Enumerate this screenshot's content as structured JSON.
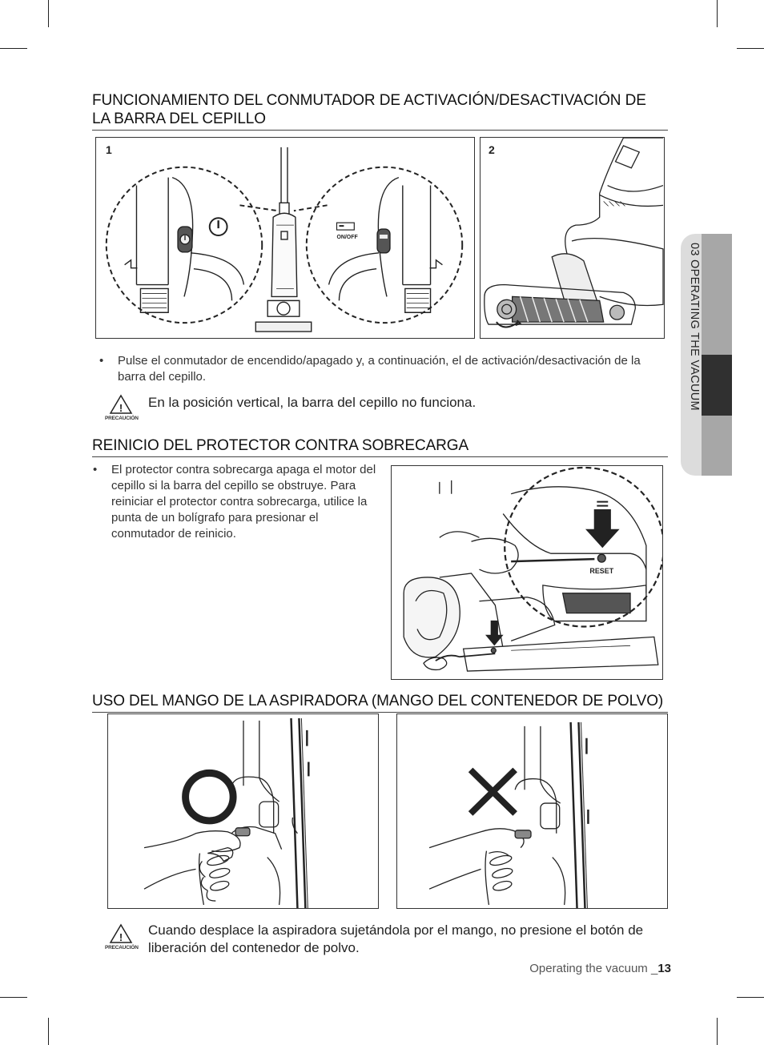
{
  "section1": {
    "title": "FUNCIONAMIENTO DEL CONMUTADOR DE ACTIVACIÓN/DESACTIVACIÓN DE LA BARRA DEL CEPILLO",
    "figure1_number": "1",
    "figure2_number": "2",
    "onoff_label": "ON/OFF",
    "bullet": "Pulse el conmutador de encendido/apagado y, a continuación, el de activación/desactivación de la barra del cepillo.",
    "caution_label": "PRECAUCIÓN",
    "caution_text": "En la posición vertical, la barra del cepillo no funciona."
  },
  "section2": {
    "title": "REINICIO DEL PROTECTOR CONTRA SOBRECARGA",
    "bullet": "El protector contra sobrecarga apaga el motor del cepillo si la barra del cepillo se obstruye. Para reiniciar el protector contra sobrecarga, utilice la punta de un bolígrafo para presionar el conmutador de reinicio.",
    "reset_label": "RESET"
  },
  "section3": {
    "title": "USO DEL MANGO DE LA ASPIRADORA (MANGO DEL CONTENEDOR DE POLVO)",
    "caution_label": "PRECAUCIÓN",
    "caution_text": "Cuando desplace la aspiradora sujetándola por el mango, no presione el botón de liberación del contenedor de polvo."
  },
  "side_tab": {
    "text": "03  OPERATING THE VACUUM"
  },
  "footer": {
    "text": "Operating the vacuum _",
    "page": "13"
  }
}
